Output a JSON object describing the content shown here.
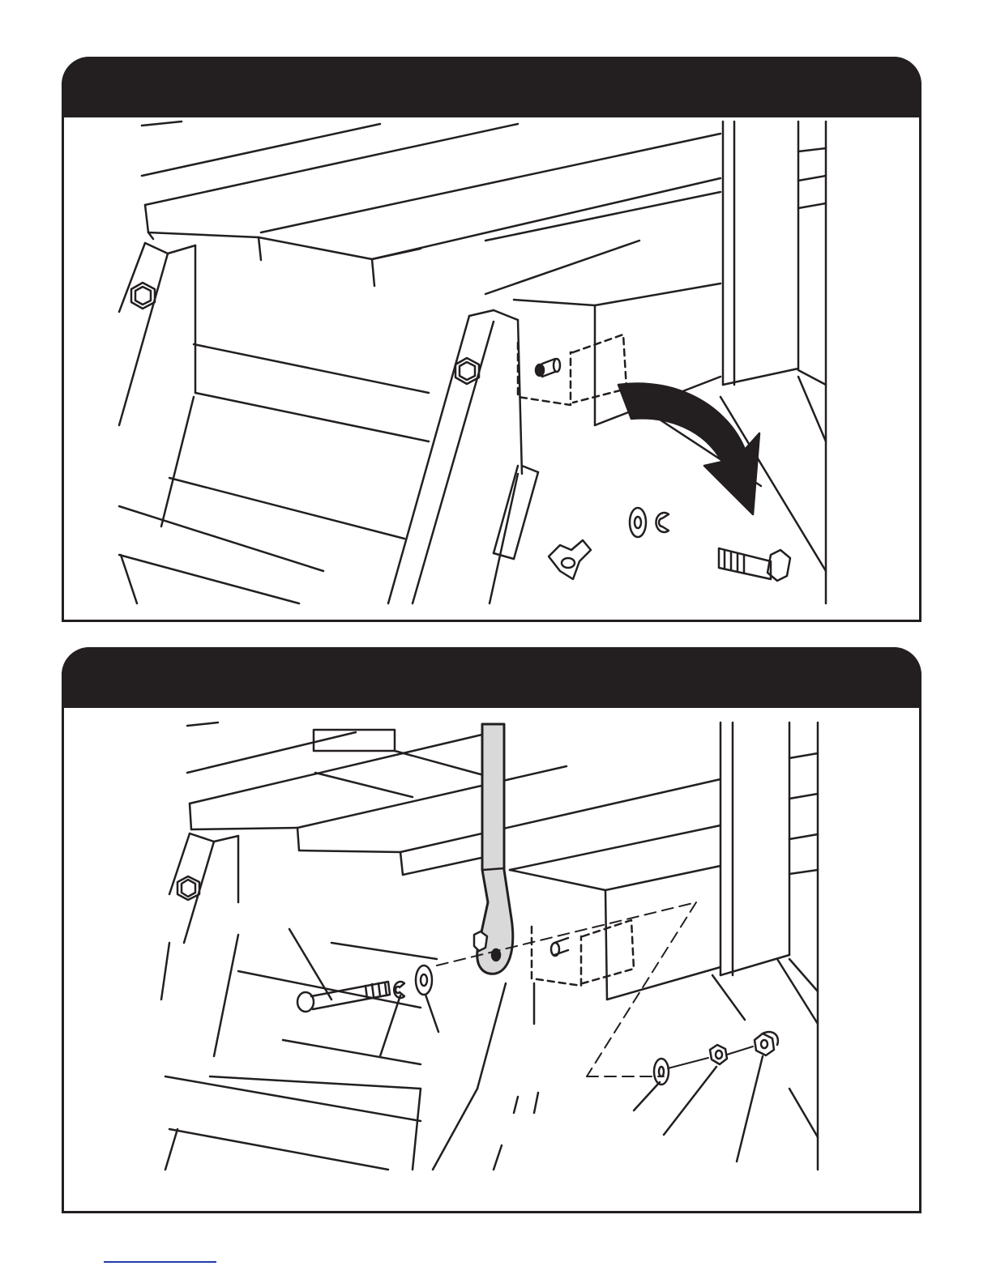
{
  "page": {
    "colors": {
      "ink": "#231f20",
      "paper": "#ffffff",
      "rod_fill": "#d9d9d9",
      "link": "#1f3da8"
    }
  },
  "panels": [
    {
      "id": "step-remove-hardware",
      "title": "",
      "parts_shown": [
        "t-nut",
        "flat-washer",
        "lock-washer",
        "hex-bolt",
        "removal-arrow"
      ]
    },
    {
      "id": "step-attach-rod",
      "title": "",
      "callout_box_label": "",
      "parts_shown": [
        "button-head-bolt",
        "lock-washer",
        "flat-washer",
        "support-rod",
        "flat-washer",
        "hex-nut",
        "cap-nut"
      ]
    }
  ]
}
